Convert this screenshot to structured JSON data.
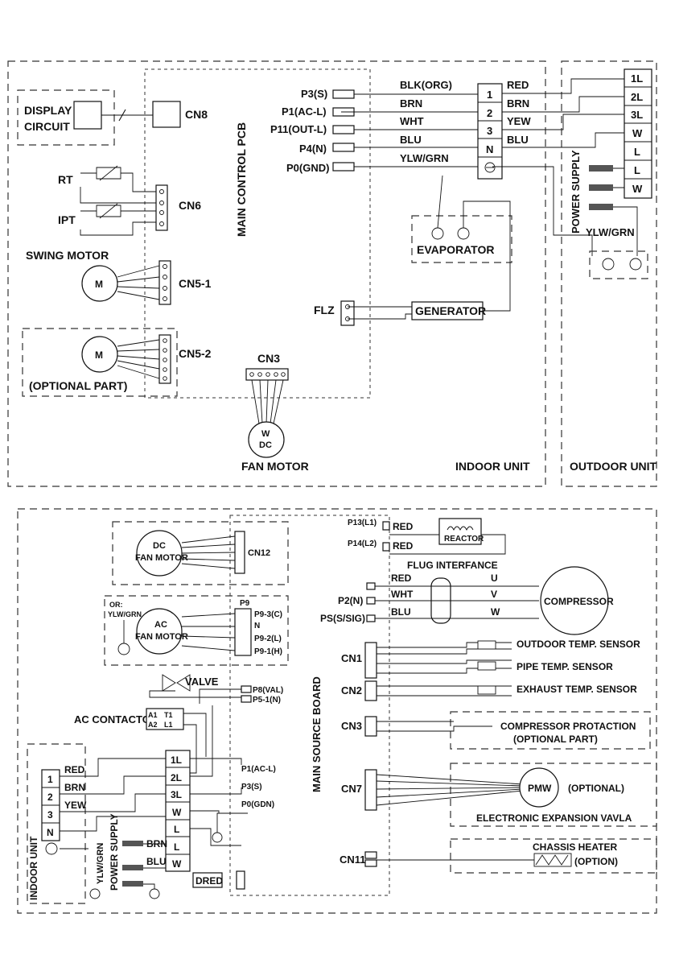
{
  "indoor": {
    "display_circuit": [
      "DISPLAY",
      "CIRCUIT"
    ],
    "cn8": "CN8",
    "rt": "RT",
    "ipt": "IPT",
    "cn6": "CN6",
    "swing_motor": "SWING MOTOR",
    "motor_m": "M",
    "cn5_1": "CN5-1",
    "cn5_2": "CN5-2",
    "optional_part": "(OPTIONAL PART)",
    "pcb_label": "MAIN CONTROL PCB",
    "cn3": "CN3",
    "fan_w": "W",
    "fan_dc": "DC",
    "fan_motor": "FAN MOTOR",
    "indoor_unit": "INDOOR UNIT",
    "ports": [
      "P3(S)",
      "P1(AC-L)",
      "P11(OUT-L)",
      "P4(N)",
      "P0(GND)"
    ],
    "wires": [
      "BLK(ORG)",
      "BRN",
      "WHT",
      "BLU",
      "YLW/GRN"
    ],
    "terminals": [
      "1",
      "2",
      "3",
      "N"
    ],
    "right_wires": [
      "RED",
      "BRN",
      "YEW",
      "BLU"
    ],
    "evaporator": "EVAPORATOR",
    "flz": "FLZ",
    "generator": "GENERATOR"
  },
  "outdoor": {
    "terminals": [
      "1L",
      "2L",
      "3L",
      "W",
      "L",
      "L",
      "W"
    ],
    "power_supply": "POWER SUPPLY",
    "ylw_grn": "YLW/GRN",
    "outdoor_unit": "OUTDOOR UNIT"
  },
  "lower": {
    "dc_fan_motor": [
      "DC",
      "FAN MOTOR"
    ],
    "cn12": "CN12",
    "or_label": "OR:",
    "ylw_grn_small": "YLW/GRN",
    "ac_fan_motor": [
      "AC",
      "FAN MOTOR"
    ],
    "p9": "P9",
    "p9_pins": [
      "P9-3(C)",
      "N",
      "P9-2(L)",
      "P9-1(H)"
    ],
    "valve": "VALVE",
    "p8": "P8(VAL)",
    "p5": "P5-1(N)",
    "ac_contactor": "AC CONTACTOR",
    "a1": "A1",
    "a2": "A2",
    "l1_top": "T1",
    "l1": "L1",
    "power_terminals": [
      "1L",
      "2L",
      "3L",
      "W",
      "L",
      "L",
      "W"
    ],
    "p1": "P1(AC-L)",
    "p3": "P3(S)",
    "p0": "P0(GDN)",
    "indoor_terminals": [
      "1",
      "2",
      "3",
      "N"
    ],
    "indoor_wires": [
      "RED",
      "BRN",
      "YEW"
    ],
    "indoor_unit": "INDOOR UNIT",
    "ylw_grn_vert": "YLW/GRN",
    "power_supply": "POWER SUPPLY",
    "brn": "BRN",
    "blu": "BLU",
    "dred": "DRED",
    "main_source_board": "MAIN SOURCE BOARD",
    "p13": "P13(L1)",
    "p14": "P14(L2)",
    "red1": "RED",
    "red2": "RED",
    "reactor": "REACTOR",
    "plug_interface": "FLUG INTERFANCE",
    "comp_wires": [
      "RED",
      "WHT",
      "BLU"
    ],
    "uvw": [
      "U",
      "V",
      "W"
    ],
    "p2": "P2(N)",
    "ps": "PS(S/SIG)",
    "compressor": "COMPRESSOR",
    "cn1": "CN1",
    "cn2": "CN2",
    "cn3": "CN3",
    "cn7": "CN7",
    "cn11": "CN11",
    "outdoor_temp_sensor": "OUTDOOR TEMP. SENSOR",
    "pipe_temp_sensor": "PIPE TEMP. SENSOR",
    "exhaust_temp_sensor": "EXHAUST TEMP. SENSOR",
    "compressor_protaction": [
      "COMPRESSOR PROTACTION",
      "(OPTIONAL PART)"
    ],
    "pmw": "PMW",
    "optional": "(OPTIONAL)",
    "eev": "ELECTRONIC EXPANSION VAVLA",
    "chassis_heater": "CHASSIS HEATER",
    "option": "(OPTION)"
  }
}
